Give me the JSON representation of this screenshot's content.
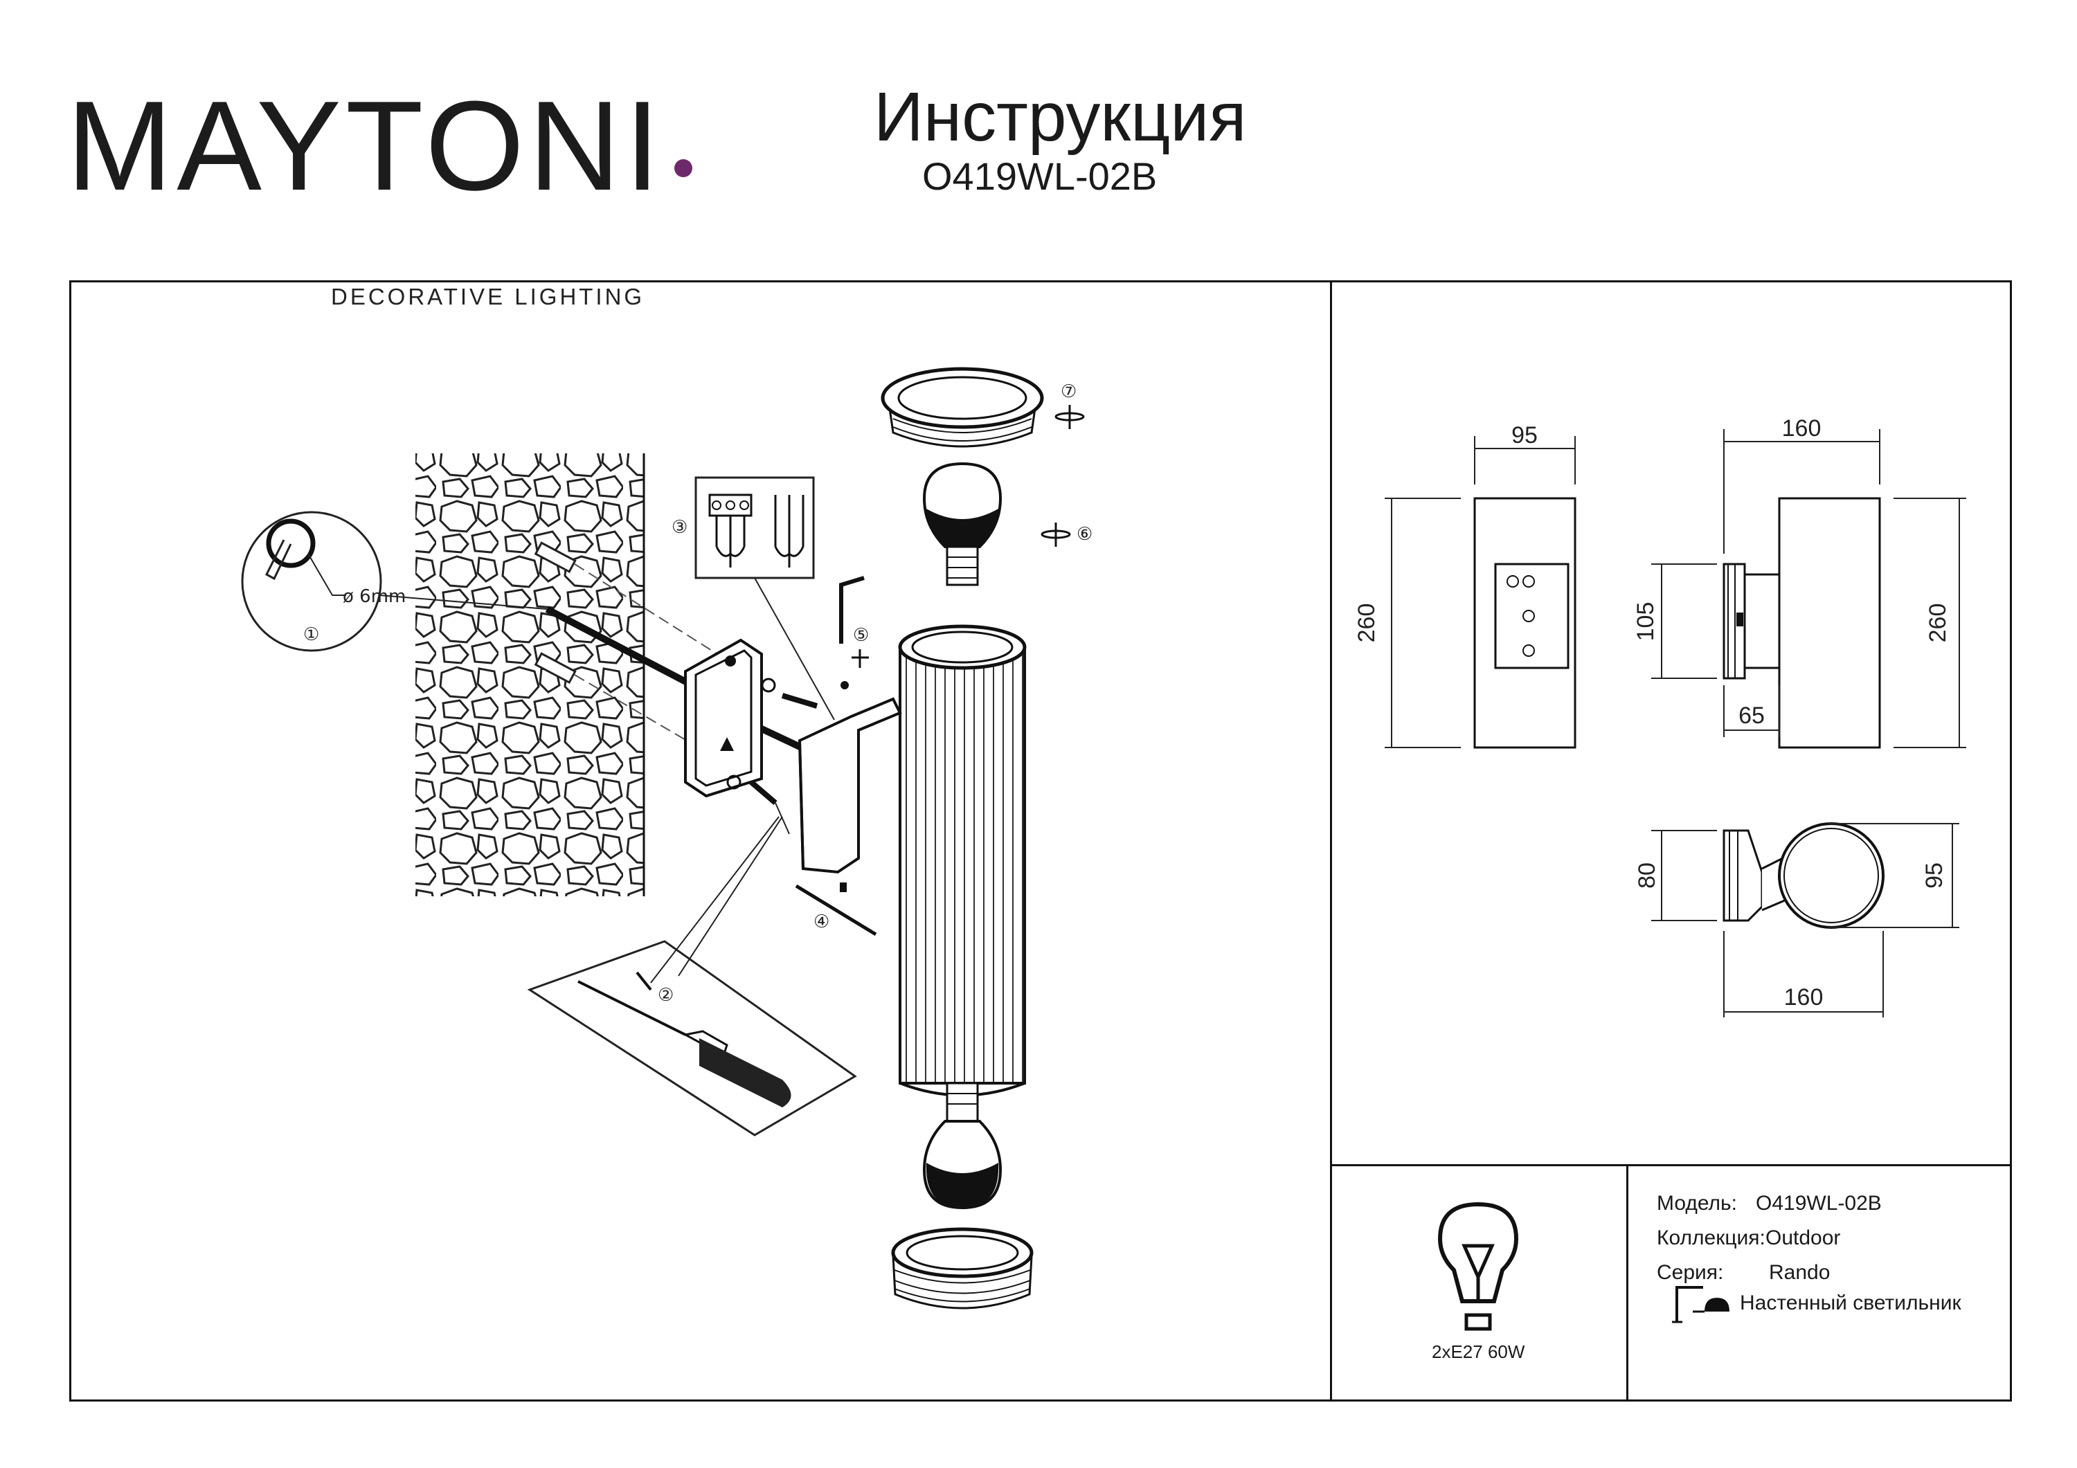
{
  "header": {
    "brand": "MAYTONI",
    "brand_tagline": "DECORATIVE LIGHTING",
    "title": "Инструкция",
    "model_code": "O419WL-02B"
  },
  "assembly": {
    "steps": [
      "①",
      "②",
      "③",
      "④",
      "⑤",
      "⑥",
      "⑦"
    ],
    "drill_size": "ø 6mm"
  },
  "dimensions": {
    "front_width": "95",
    "front_height": "260",
    "side_width": "160",
    "side_height": "260",
    "mount_height": "105",
    "mount_depth": "65",
    "top_mount": "80",
    "top_diameter": "95",
    "top_width": "160"
  },
  "specs": {
    "bulb": "2xE27 60W",
    "model_label": "Модель:",
    "model_value": "O419WL-02B",
    "collection_label": "Коллекция:",
    "collection_value": "Outdoor",
    "series_label": "Серия:",
    "series_value": "Rando",
    "type_value": "Настенный светильник"
  },
  "colors": {
    "brand_accent": "#6d2a6a",
    "line": "#111111"
  }
}
